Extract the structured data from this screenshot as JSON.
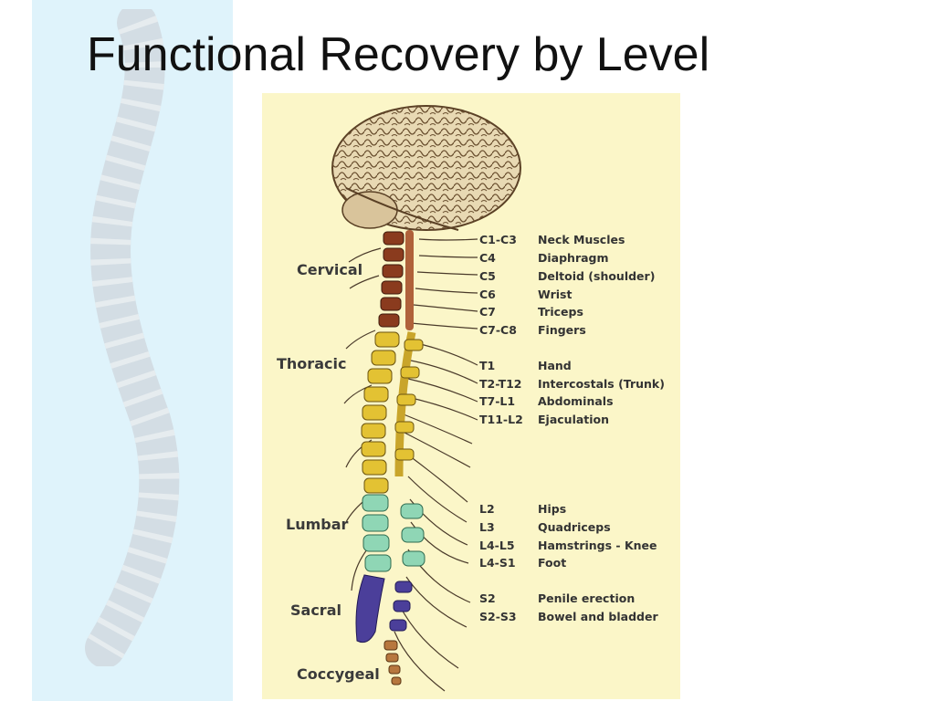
{
  "title": "Functional Recovery by Level",
  "figure": {
    "regions": [
      {
        "name": "Cervical"
      },
      {
        "name": "Thoracic"
      },
      {
        "name": "Lumbar"
      },
      {
        "name": "Sacral"
      },
      {
        "name": "Coccygeal"
      }
    ],
    "levels": [
      {
        "code": "C1-C3",
        "function": "Neck Muscles"
      },
      {
        "code": "C4",
        "function": "Diaphragm"
      },
      {
        "code": "C5",
        "function": "Deltoid (shoulder)"
      },
      {
        "code": "C6",
        "function": "Wrist"
      },
      {
        "code": "C7",
        "function": "Triceps"
      },
      {
        "code": "C7-C8",
        "function": "Fingers"
      },
      {
        "code": "T1",
        "function": "Hand"
      },
      {
        "code": "T2-T12",
        "function": "Intercostals (Trunk)"
      },
      {
        "code": "T7-L1",
        "function": "Abdominals"
      },
      {
        "code": "T11-L2",
        "function": "Ejaculation"
      },
      {
        "code": "L2",
        "function": "Hips"
      },
      {
        "code": "L3",
        "function": "Quadriceps"
      },
      {
        "code": "L4-L5",
        "function": "Hamstrings - Knee"
      },
      {
        "code": "L4-S1",
        "function": "Foot"
      },
      {
        "code": "S2",
        "function": "Penile erection"
      },
      {
        "code": "S2-S3",
        "function": "Bowel and bladder"
      }
    ],
    "colors": {
      "cervical": "#8a3b1e",
      "thoracic": "#e3c233",
      "lumbar": "#8fd6b5",
      "sacral": "#4b3f9a",
      "coccygeal": "#b7773e",
      "brain": "#e8d9b3",
      "background": "#fbf6c8"
    }
  }
}
